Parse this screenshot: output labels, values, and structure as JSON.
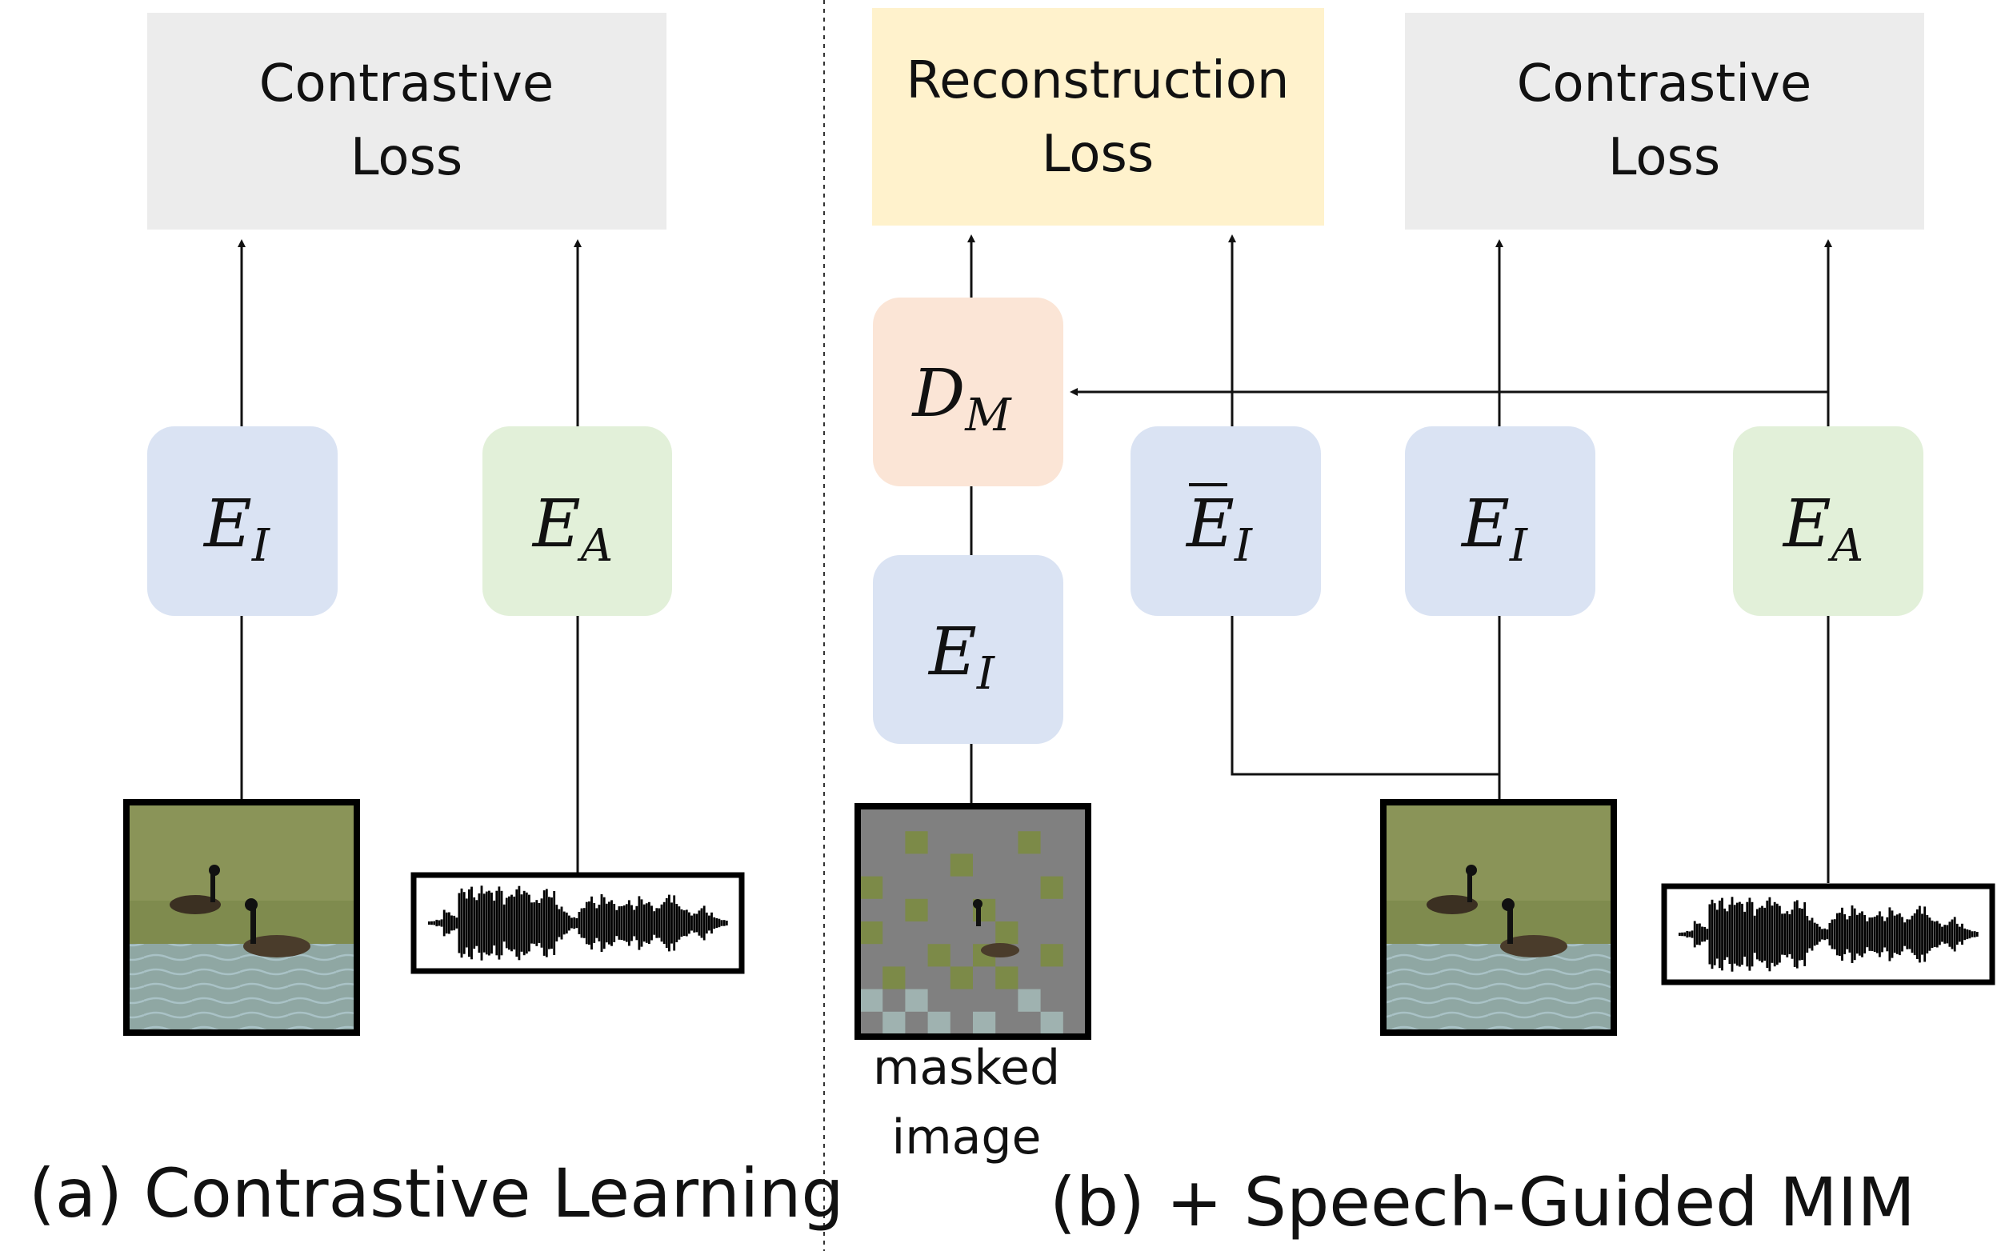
{
  "panel_a": {
    "loss": {
      "line1": "Contrastive",
      "line2": "Loss"
    },
    "encoder_image": {
      "main": "E",
      "sub": "I"
    },
    "encoder_audio": {
      "main": "E",
      "sub": "A"
    },
    "caption": "(a) Contrastive Learning"
  },
  "panel_b": {
    "recon_loss": {
      "line1": "Reconstruction",
      "line2": "Loss"
    },
    "contrastive_loss": {
      "line1": "Contrastive",
      "line2": "Loss"
    },
    "decoder": {
      "main": "D",
      "sub": "M"
    },
    "encoder_masked": {
      "main": "E",
      "sub": "I"
    },
    "encoder_momentum": {
      "main": "E",
      "sub": "I"
    },
    "encoder_image": {
      "main": "E",
      "sub": "I"
    },
    "encoder_audio": {
      "main": "E",
      "sub": "A"
    },
    "masked_label": {
      "line1": "masked",
      "line2": "image"
    },
    "caption": "(b) + Speech-Guided MIM"
  },
  "colors": {
    "loss_gray": "#ececec",
    "loss_yellow": "#fff2cc",
    "encoder_blue": "#dae3f3",
    "encoder_green": "#e2f0d9",
    "decoder_orange": "#fbe5d6"
  }
}
